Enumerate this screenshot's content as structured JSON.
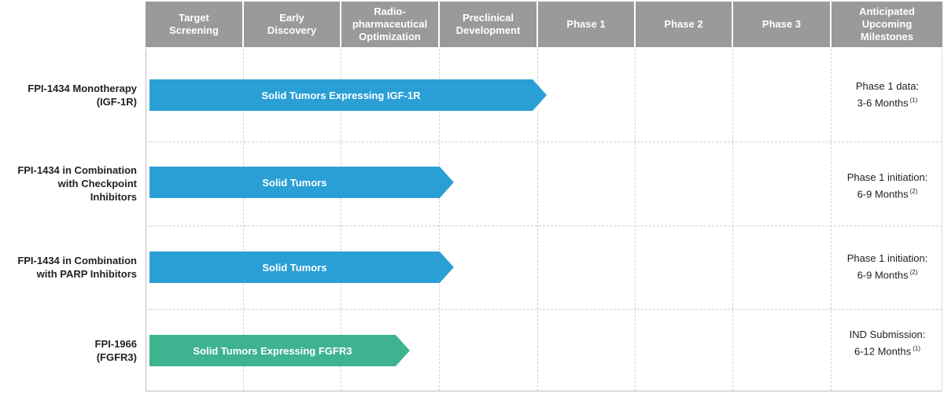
{
  "stages": [
    {
      "label": "Target\nScreening"
    },
    {
      "label": "Early\nDiscovery"
    },
    {
      "label": "Radio-\npharmaceutical\nOptimization"
    },
    {
      "label": "Preclinical\nDevelopment"
    },
    {
      "label": "Phase 1"
    },
    {
      "label": "Phase 2"
    },
    {
      "label": "Phase 3"
    },
    {
      "label": "Anticipated\nUpcoming\nMilestones"
    }
  ],
  "programs": [
    {
      "name": "FPI-1434 Monotherapy\n(IGF-1R)",
      "indication": "Solid Tumors Expressing IGF-1R",
      "progress_stages": 4.1,
      "color": "#2a9fd6",
      "milestone_line1": "Phase 1 data:",
      "milestone_line2": "3-6 Months",
      "footnote": "(1)"
    },
    {
      "name": "FPI-1434 in Combination\nwith Checkpoint\nInhibitors",
      "indication": "Solid Tumors",
      "progress_stages": 3.15,
      "color": "#2a9fd6",
      "milestone_line1": "Phase 1 initiation:",
      "milestone_line2": "6-9 Months",
      "footnote": "(2)"
    },
    {
      "name": "FPI-1434 in Combination\nwith PARP Inhibitors",
      "indication": "Solid Tumors",
      "progress_stages": 3.15,
      "color": "#2a9fd6",
      "milestone_line1": "Phase 1 initiation:",
      "milestone_line2": "6-9 Months",
      "footnote": "(2)"
    },
    {
      "name": "FPI-1966\n(FGFR3)",
      "indication": "Solid Tumors Expressing FGFR3",
      "progress_stages": 2.7,
      "color": "#3db38f",
      "milestone_line1": "IND Submission:",
      "milestone_line2": "6-12 Months",
      "footnote": "(1)"
    }
  ]
}
